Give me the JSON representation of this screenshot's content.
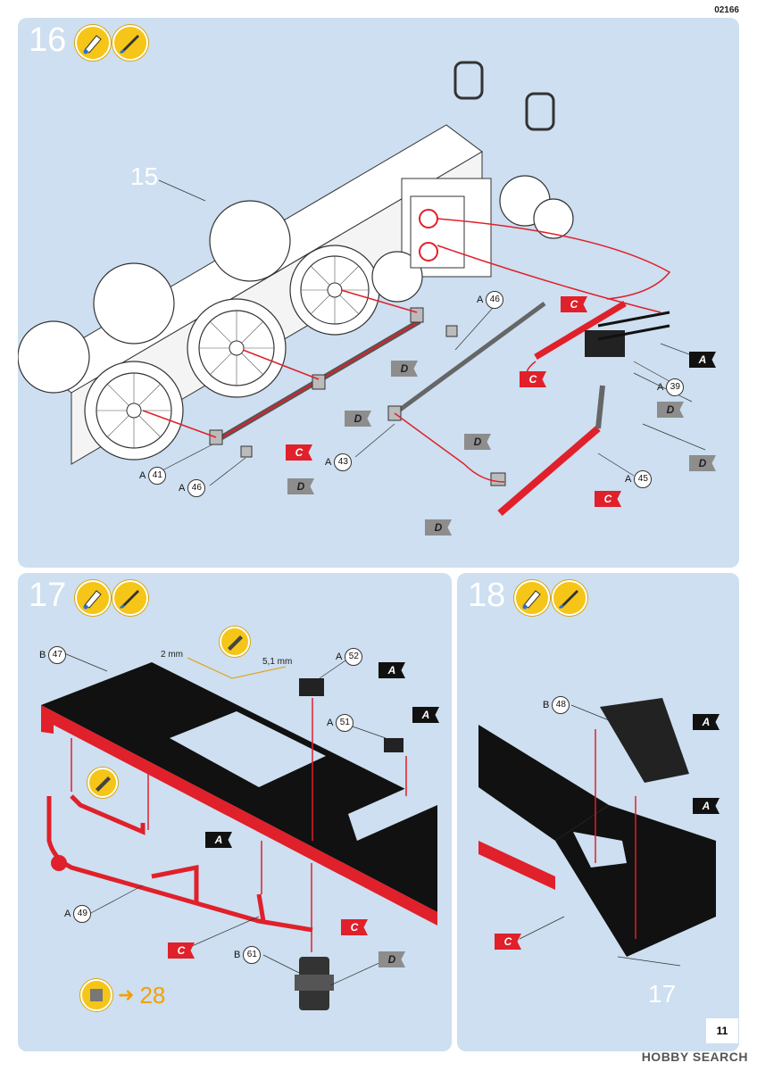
{
  "page_code": "02166",
  "page_number": "11",
  "watermark": "HOBBY SEARCH",
  "flags": {
    "A": "A",
    "C": "C",
    "D": "D"
  },
  "step16": {
    "number": "16",
    "part_ref": "15",
    "callouts": [
      {
        "sprue": "A",
        "part": "46"
      },
      {
        "sprue": "A",
        "part": "39"
      },
      {
        "sprue": "A",
        "part": "41"
      },
      {
        "sprue": "A",
        "part": "43"
      },
      {
        "sprue": "A",
        "part": "46"
      },
      {
        "sprue": "A",
        "part": "45"
      }
    ]
  },
  "step17": {
    "number": "17",
    "dim_a": "2 mm",
    "dim_b": "5,1 mm",
    "goto": "28",
    "callouts": [
      {
        "sprue": "B",
        "part": "47"
      },
      {
        "sprue": "A",
        "part": "52"
      },
      {
        "sprue": "A",
        "part": "51"
      },
      {
        "sprue": "A",
        "part": "49"
      },
      {
        "sprue": "B",
        "part": "61"
      }
    ]
  },
  "step18": {
    "number": "18",
    "part_ref": "17",
    "callouts": [
      {
        "sprue": "B",
        "part": "48"
      }
    ]
  }
}
